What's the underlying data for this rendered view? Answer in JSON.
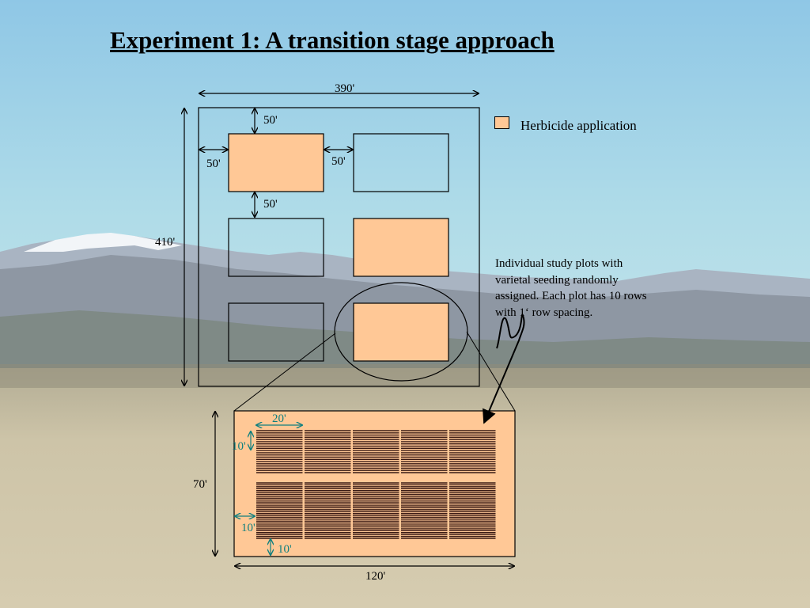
{
  "title": "Experiment 1: A transition stage approach",
  "legend": {
    "label": "Herbicide application",
    "color": "#ffc896"
  },
  "description": "Individual study plots with varietal seeding randomly assigned.  Each plot has 10 rows with 1‘ row spacing.",
  "dimensions": {
    "site_width": "390'",
    "site_height": "410'",
    "top_gap": "50'",
    "left_gap": "50'",
    "middle_gap": "50'",
    "row_gap": "50'",
    "plot_length": "120'",
    "plot_height": "70'",
    "strip_width": "20'",
    "strip_height": "10'",
    "side_margin": "10'",
    "bottom_margin": "10'"
  },
  "plots": [
    {
      "id": "r1c1",
      "herbicide": true
    },
    {
      "id": "r1c2",
      "herbicide": false
    },
    {
      "id": "r2c1",
      "herbicide": false
    },
    {
      "id": "r2c2",
      "herbicide": true
    },
    {
      "id": "r3c1",
      "herbicide": false
    },
    {
      "id": "r3c2",
      "herbicide": true
    }
  ],
  "detail": {
    "columns": 5,
    "rows_per_block": 2,
    "lines_per_row": 10
  },
  "colors": {
    "plot_fill": "#ffc896",
    "teal": "#0f7f7f",
    "sky": "#8ec8df",
    "ground": "#c9bfa6"
  }
}
